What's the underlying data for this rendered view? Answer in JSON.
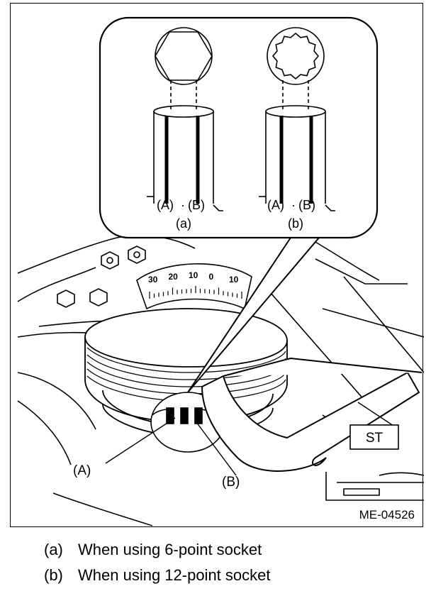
{
  "figure": {
    "id": "ME-04526",
    "labels": {
      "a": "(a)",
      "b": "(b)",
      "A": "(A)",
      "B": "(B)",
      "dot": "·",
      "st": "ST"
    },
    "dial_numbers": [
      "30",
      "20",
      "10",
      "0",
      "10"
    ]
  },
  "legend": [
    {
      "key": "(a)",
      "text": "When using 6-point socket"
    },
    {
      "key": "(b)",
      "text": "When using 12-point socket"
    }
  ]
}
